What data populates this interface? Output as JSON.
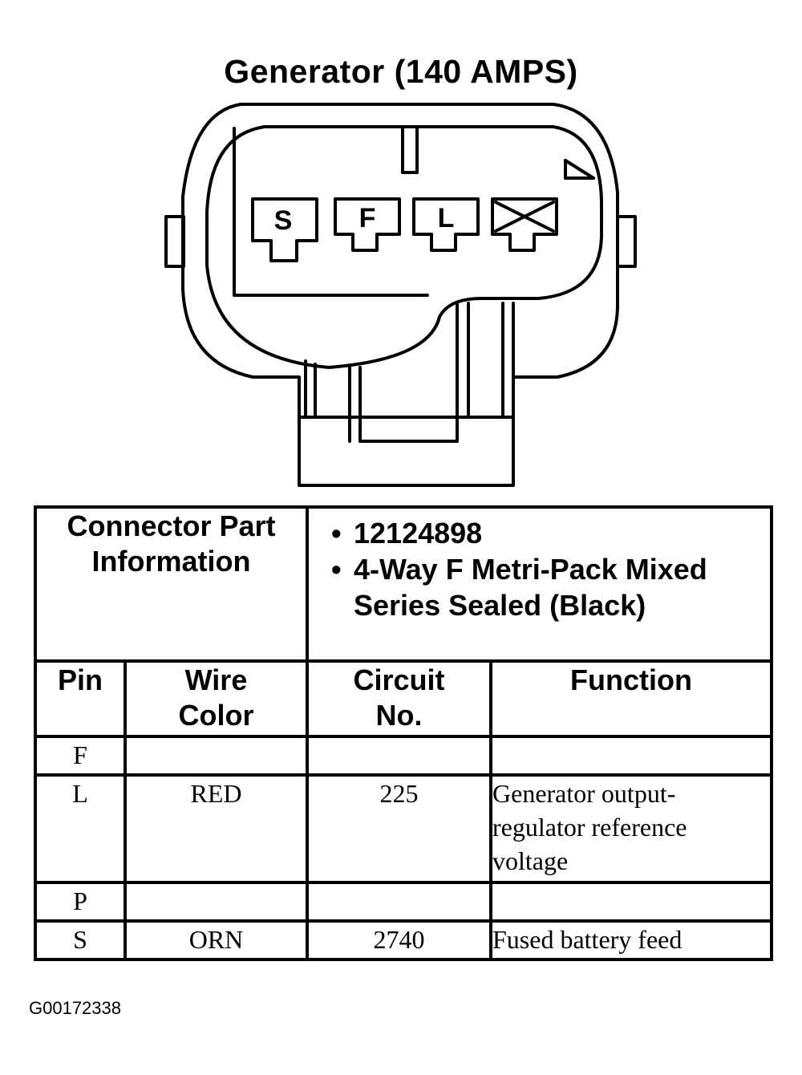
{
  "title": "Generator (140 AMPS)",
  "pins": [
    "S",
    "F",
    "L"
  ],
  "blocked_pin_icon": "x-mark-icon",
  "connector_part": {
    "label": "Connector Part Information",
    "items": [
      "12124898",
      "4-Way F Metri-Pack Mixed Series Sealed (Black)"
    ]
  },
  "columns": {
    "pin": "Pin",
    "wire_color": "Wire Color",
    "circuit_no": "Circuit No.",
    "function": "Function"
  },
  "rows": [
    {
      "pin": "F",
      "wire_color": "",
      "circuit_no": "",
      "function": ""
    },
    {
      "pin": "L",
      "wire_color": "RED",
      "circuit_no": "225",
      "function": "Generator output-regulator reference voltage"
    },
    {
      "pin": "P",
      "wire_color": "",
      "circuit_no": "",
      "function": ""
    },
    {
      "pin": "S",
      "wire_color": "ORN",
      "circuit_no": "2740",
      "function": "Fused battery feed"
    }
  ],
  "figure_id": "G00172338"
}
